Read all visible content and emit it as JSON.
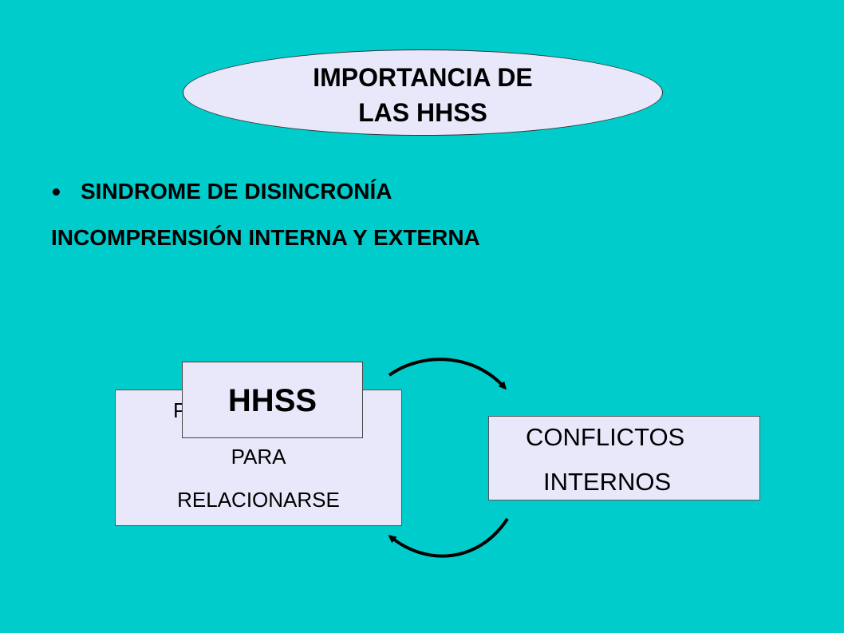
{
  "title": {
    "line1": "IMPORTANCIA DE",
    "line2": "LAS HHSS"
  },
  "bullet": {
    "text": "SINDROME DE DISINCRONÍA"
  },
  "subtitle": {
    "text": "INCOMPRENSIÓN INTERNA Y EXTERNA"
  },
  "left_box": {
    "line1": "P",
    "line2": "PARA",
    "line3": "RELACIONARSE"
  },
  "hhss_box": {
    "text": "HHSS"
  },
  "right_box": {
    "line1": "CONFLICTOS",
    "line2": "INTERNOS"
  },
  "colors": {
    "background": "#00CCCC",
    "shape_fill": "#E8E8FA",
    "text": "#000000"
  }
}
